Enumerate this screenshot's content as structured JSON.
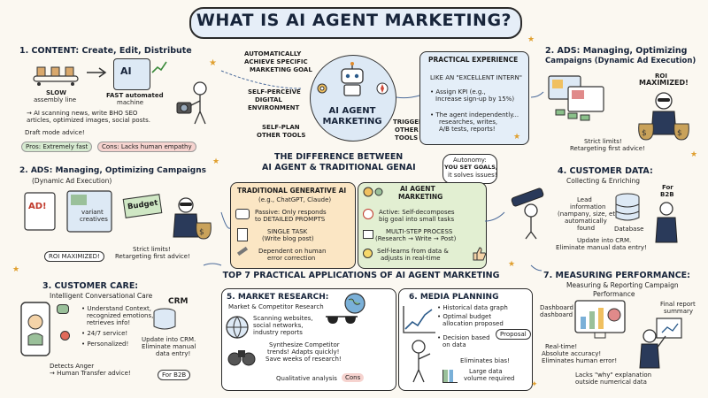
{
  "title": "WHAT IS AI AGENT MARKETING?",
  "content": {
    "header": "1. CONTENT: Create, Edit, Distribute",
    "slow": [
      "SLOW",
      "assembly line"
    ],
    "fast": [
      "FAST automated",
      "machine"
    ],
    "ai_label": "AI",
    "desc": [
      "→ AI scanning news, write BHO SEO",
      "articles, optimized images, social posts."
    ],
    "draft": "Draft mode advice!",
    "pros": "Pros: Extremely fast",
    "cons": "Cons: Lacks human empathy"
  },
  "center": {
    "goal": [
      "AUTOMATICALLY",
      "ACHIEVE SPECIFIC",
      "MARKETING GOAL"
    ],
    "perceive": [
      "SELF-PERCEIVE",
      "DIGITAL",
      "ENVIRONMENT"
    ],
    "plan": [
      "SELF-PLAN",
      "OTHER TOOLS"
    ],
    "trigger": [
      "TRIGGER",
      "OTHER",
      "TOOLS"
    ],
    "label": [
      "AI AGENT",
      "MARKETING"
    ]
  },
  "practical": {
    "header": "PRACTICAL EXPERIENCE",
    "like": "LIKE AN \"EXCELLENT INTERN\"",
    "kpi": [
      "• Assign KPI (e.g.,",
      "Increase sign-up by 15%)"
    ],
    "agent": [
      "• The agent independently...",
      "researches, writes,",
      "A/B tests, reports!"
    ]
  },
  "ads_top": {
    "header": [
      "2. ADS: Managing, Optimizing",
      "Campaigns (Dynamic Ad Execution)"
    ],
    "roi": [
      "ROI",
      "MAXIMIZED!"
    ],
    "strict": [
      "Strict limits!",
      "Retargeting first advice!"
    ]
  },
  "ads_left": {
    "header": "2. ADS: Managing, Optimizing Campaigns",
    "sub": "(Dynamic Ad Execution)",
    "ad": "AD!",
    "variant": [
      "variant",
      "creatives"
    ],
    "budget": "Budget",
    "strict": [
      "Strict limits!",
      "Retargeting first advice!"
    ],
    "roi": "ROI MAXIMIZED!"
  },
  "difference": {
    "header": [
      "THE DIFFERENCE BETWEEN",
      "AI AGENT & TRADITIONAL GENAI"
    ],
    "autonomy": [
      "Autonomy:",
      "YOU SET GOALS,",
      "it solves issues!"
    ],
    "trad_title": [
      "TRADITIONAL GENERATIVE AI",
      "(e.g., ChatGPT, Claude)"
    ],
    "trad_items": [
      [
        "Passive: Only responds",
        "to DETAILED PROMPTS"
      ],
      [
        "SINGLE TASK",
        "(Write blog post)"
      ],
      [
        "Dependent on human",
        "error correction"
      ]
    ],
    "agent_title": [
      "AI AGENT",
      "MARKETING"
    ],
    "agent_items": [
      [
        "Active: Self-decomposes",
        "big goal into small tasks"
      ],
      [
        "MULTI-STEP PROCESS",
        "(Research → Write → Post)"
      ],
      [
        "Self-learns from data &",
        "adjusts in real-time"
      ]
    ]
  },
  "customer_data": {
    "header": "4. CUSTOMER DATA:",
    "sub": "Collecting & Enriching",
    "for_b2b": [
      "For",
      "B2B"
    ],
    "lead": [
      "Lead",
      "information",
      "(nampany, size, etc.)",
      "automatically",
      "found"
    ],
    "db": "Database",
    "update": [
      "Update into CRM.",
      "Eliminate manual data entry!"
    ]
  },
  "top7": "TOP 7 PRACTICAL APPLICATIONS OF AI AGENT MARKETING",
  "customer_care": {
    "header": "3. CUSTOMER CARE:",
    "sub": "Intelligent Conversational Care",
    "items": [
      [
        "• Understand Context,",
        "recognized emotions,",
        "retrieves info!"
      ],
      [
        "• 24/7 service!"
      ],
      [
        "• Personalized!"
      ]
    ],
    "crm": "CRM",
    "update": [
      "Update into CRM.",
      "Eliminate manual",
      "data entry!"
    ],
    "anger": [
      "Detects Anger",
      "→ Human Transfer advice!"
    ],
    "b2b": "For B2B"
  },
  "market": {
    "header": "5. MARKET RESEARCH:",
    "sub": "Market & Competitor Research",
    "scan": [
      "Scanning websites,",
      "social networks,",
      "industry reports"
    ],
    "synth": [
      "Synthesize Competitor",
      "trends! Adapts quickly!",
      "Save weeks of research!"
    ],
    "qual": "Qualitative analysis",
    "cons": "Cons"
  },
  "media": {
    "header": "6. MEDIA PLANNING",
    "items": [
      [
        "• Historical data graph"
      ],
      [
        "• Optimal budget",
        "allocation proposed"
      ],
      [
        "• Decision based",
        "on data"
      ]
    ],
    "proposal": "Proposal",
    "bias": "Eliminates bias!",
    "large": [
      "Large data",
      "volume required"
    ]
  },
  "measure": {
    "header": "7. MEASURING PERFORMANCE:",
    "sub": [
      "Measuring & Reporting Campaign",
      "Performance"
    ],
    "dash": [
      "Dashboard",
      "dashboard"
    ],
    "final": [
      "Final report",
      "summary"
    ],
    "realtime": [
      "Real-time!",
      "Absolute accuracy!",
      "Eliminates human error!"
    ],
    "lacks": [
      "Lacks \"why\" explanation",
      "outside numerical data"
    ]
  },
  "colors": {
    "navy": "#17243a",
    "orange_bg": "#fbe6c4",
    "green_bg": "#e2efd2",
    "blue_box": "#e4eef8",
    "pros_green": "#d6ead0",
    "cons_pink": "#f6d3cf"
  }
}
